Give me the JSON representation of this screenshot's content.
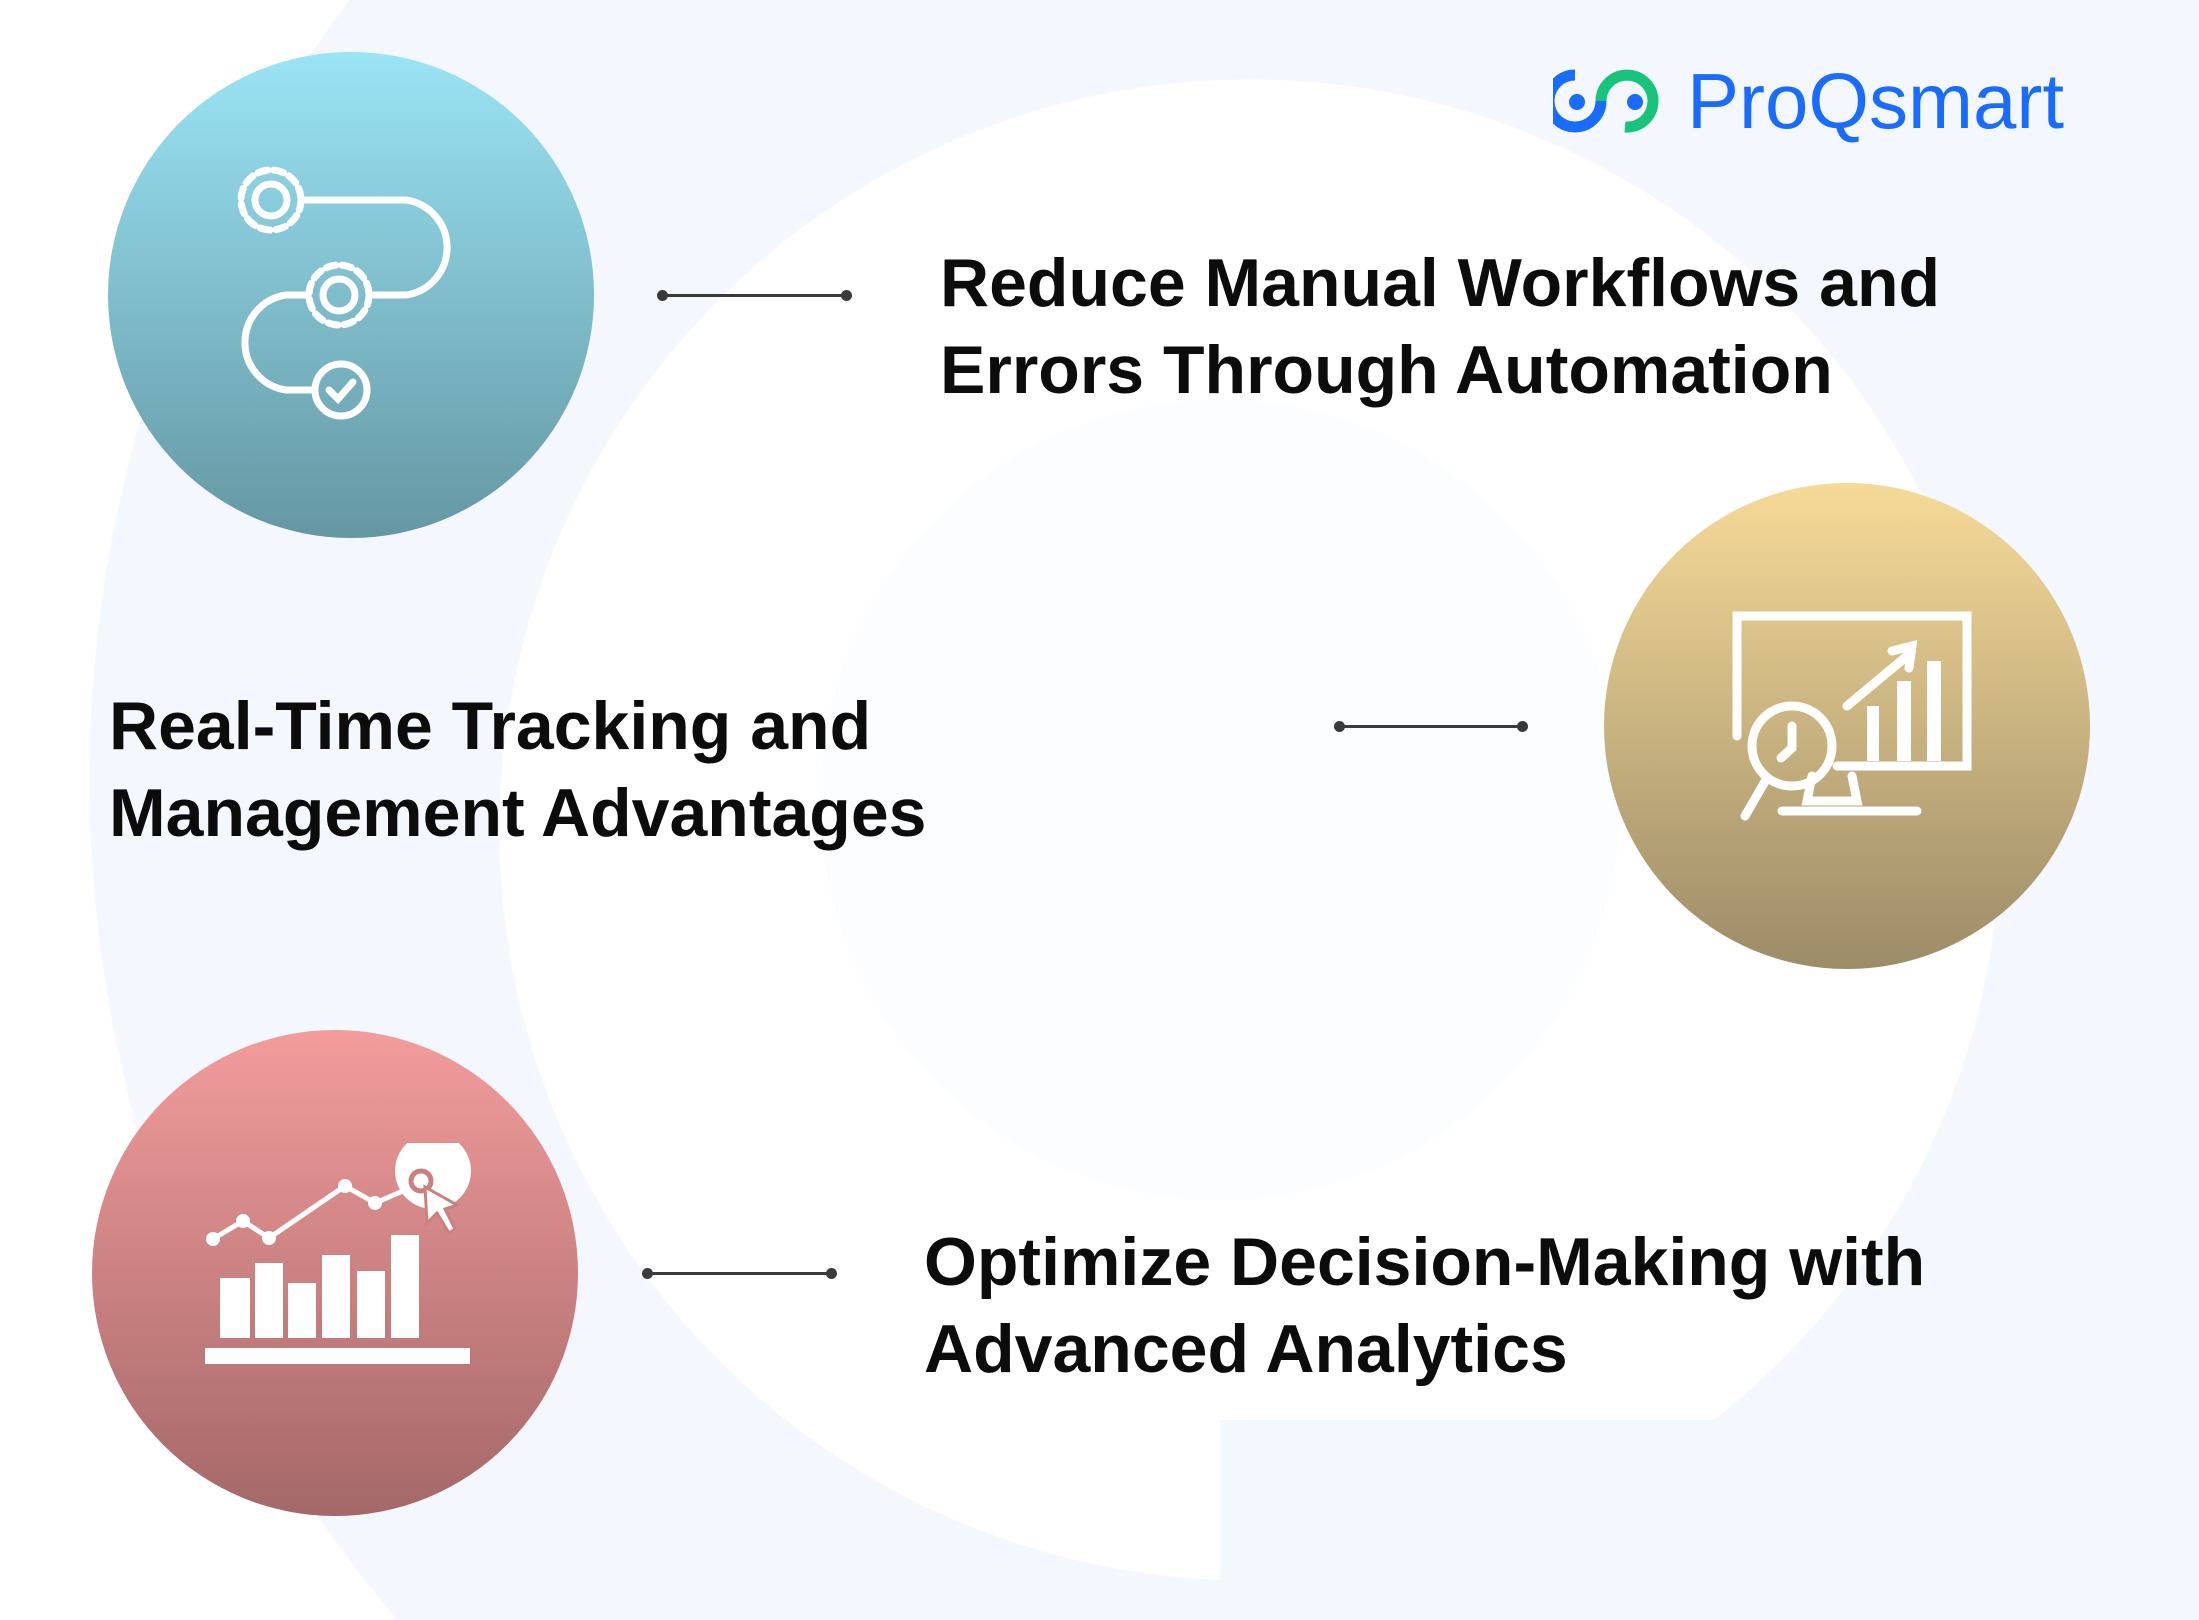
{
  "brand": {
    "name": "ProQsmart",
    "primary_color": "#1a6cff",
    "secondary_color": "#18c47c"
  },
  "features": [
    {
      "lines": [
        "Reduce Manual Workflows and",
        "Errors Through Automation"
      ],
      "icon": "gears-workflow-icon",
      "color": "#7fb9c6"
    },
    {
      "lines": [
        "Real-Time Tracking and",
        "Management Advantages"
      ],
      "icon": "monitor-analytics-icon",
      "color": "#cdb47e"
    },
    {
      "lines": [
        "Optimize Decision-Making with",
        "Advanced Analytics"
      ],
      "icon": "bar-chart-target-icon",
      "color": "#cc7f7f"
    }
  ]
}
